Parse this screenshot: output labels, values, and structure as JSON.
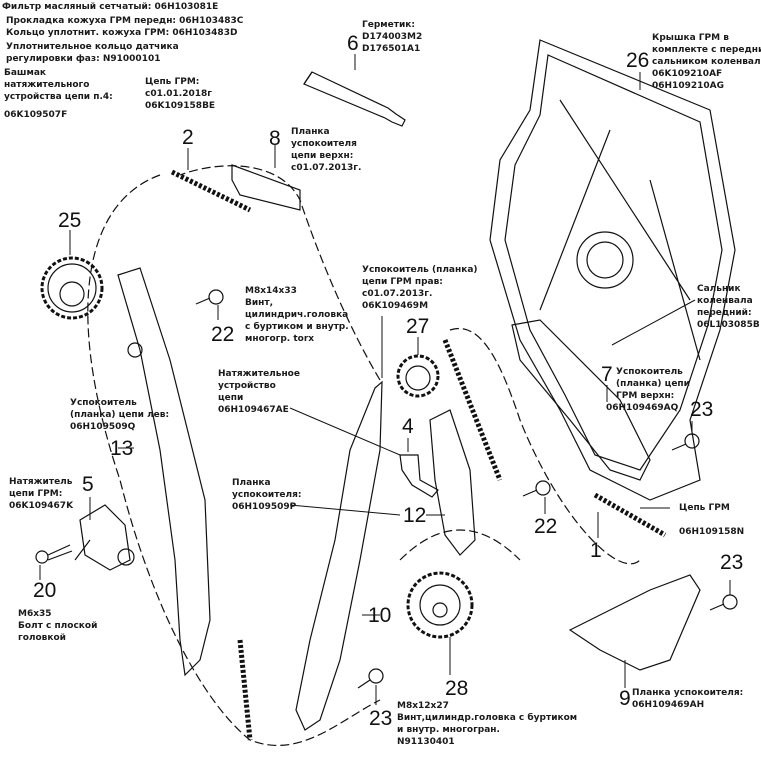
{
  "header_notes": [
    "Фильтр масляный сетчатый: 06H103081E",
    "Прокладка кожуха ГРМ передн: 06H103483C",
    "Кольцо уплотнит. кожуха ГРМ: 06H103483D",
    "Уплотнительное кольцо датчика",
    "регулировки фаз: N91000101"
  ],
  "labels": {
    "shoe": [
      "Башмак",
      "натяжительного",
      "устройства цепи п.4:",
      "06K109507F"
    ],
    "chain_upper": [
      "Цепь ГРМ:",
      "с01.01.2018г",
      "06K109158BE"
    ],
    "sealant": [
      "Герметик:",
      "D174003M2",
      "D176501A1"
    ],
    "cover": [
      "Крышка ГРМ в",
      " комплекте с передним",
      "сальником коленвала:",
      "06K109210AF",
      "06H109210AG"
    ],
    "guide_upper": [
      "Планка",
      "успокоителя",
      "цепи верхн:",
      "с01.07.2013г."
    ],
    "bolt_22": [
      "M8x14x33",
      "Винт,",
      "цилиндрич.головка",
      "с буртиком и внутр.",
      "многогр. torx"
    ],
    "guide_right": [
      "Успокоитель (планка)",
      "цепи ГРМ прав:",
      "с01.07.2013г.",
      "06K109469M"
    ],
    "tensioner_device": [
      "Натяжительное",
      "устройство",
      "цепи",
      " 06H109467AE"
    ],
    "guide_12": [
      "Планка",
      "успокоителя:",
      "06H109509P"
    ],
    "crank_seal": [
      "Сальник",
      "коленвала",
      "передний:",
      "06L103085B"
    ],
    "guide_7": [
      "Успокоитель",
      "(планка) цепи",
      "ГРМ верхн:",
      "06H109469AQ"
    ],
    "guide_left": [
      "Успокоитель",
      "(планка) цепи лев:",
      "06H109509Q"
    ],
    "tensioner_5": [
      "Натяжитель",
      "цепи ГРМ:",
      "06K109467K"
    ],
    "chain_lower": [
      "Цепь ГРМ",
      "06H109158N"
    ],
    "bolt_20": [
      "M6x35",
      "Болт с плоской",
      "головкой"
    ],
    "guide_9": [
      "Планка успокоителя:",
      "06H109469AH"
    ],
    "bolt_23": [
      "M8x12x27",
      "Винт,цилиндр.головка с буртиком",
      "и внутр. многогран.",
      "N91130401"
    ]
  },
  "callouts": {
    "n1": "1",
    "n2": "2",
    "n4": "4",
    "n5": "5",
    "n6": "6",
    "n7": "7",
    "n8": "8",
    "n9": "9",
    "n10": "10",
    "n12": "12",
    "n13": "13",
    "n20": "20",
    "n22a": "22",
    "n22b": "22",
    "n23a": "23",
    "n23b": "23",
    "n23c": "23",
    "n25": "25",
    "n26": "26",
    "n27": "27",
    "n28": "28"
  }
}
